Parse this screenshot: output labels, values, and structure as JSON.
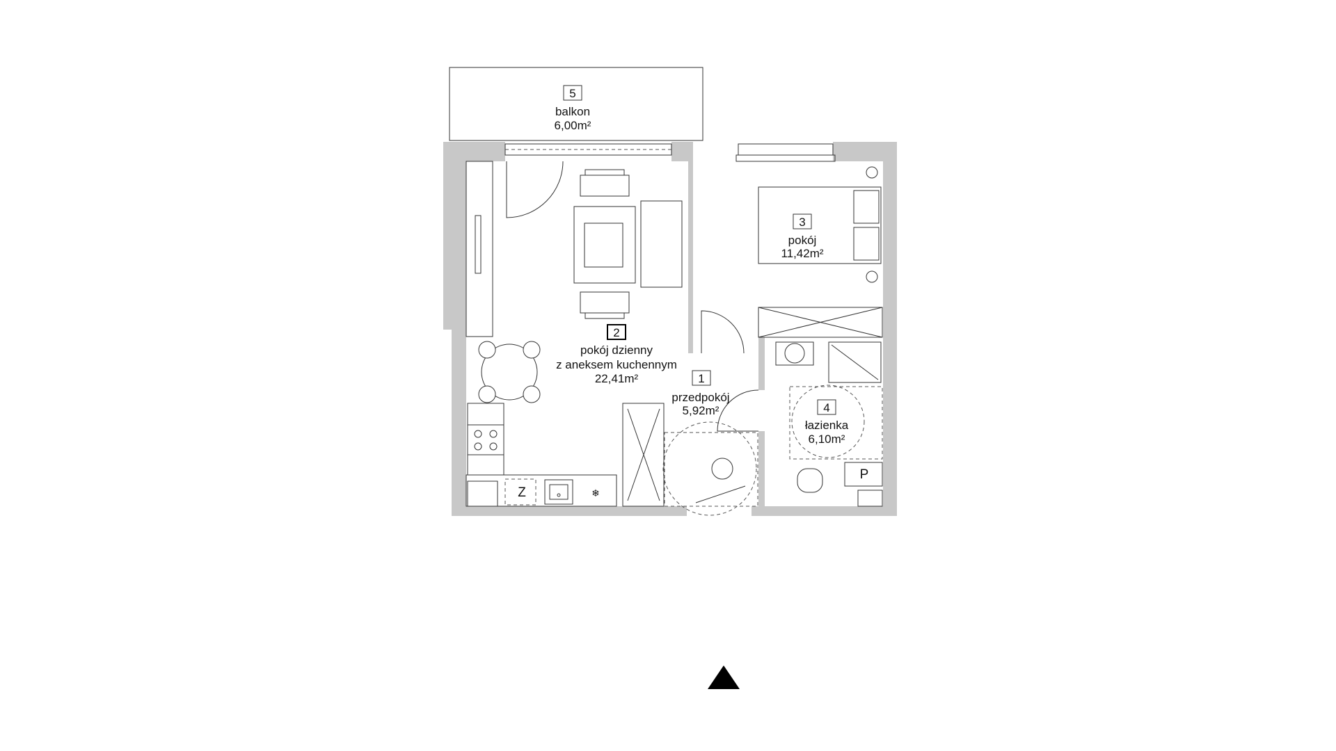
{
  "rooms": [
    {
      "number": "1",
      "name": "przedpokój",
      "area": "5,92m²"
    },
    {
      "number": "2",
      "name_line1": "pokój dzienny",
      "name_line2": "z aneksem kuchennym",
      "area": "22,41m²"
    },
    {
      "number": "3",
      "name": "pokój",
      "area": "11,42m²"
    },
    {
      "number": "4",
      "name": "łazienka",
      "area": "6,10m²"
    },
    {
      "number": "5",
      "name": "balkon",
      "area": "6,00m²"
    }
  ],
  "fixtures": {
    "fridge_label": "Z",
    "laundry_label": "P"
  },
  "colors": {
    "wall": "#c8c8c8",
    "line": "#333333"
  }
}
